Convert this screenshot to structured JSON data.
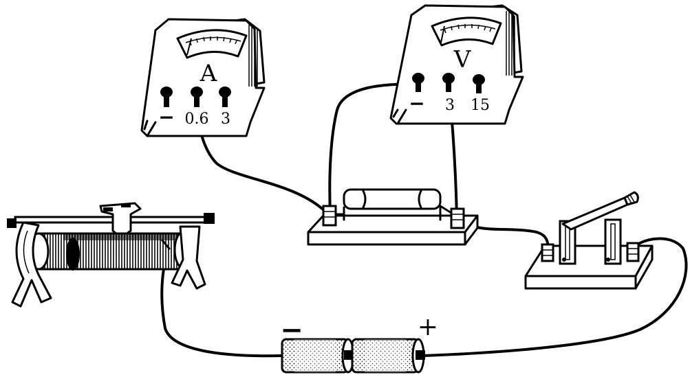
{
  "ammeter": {
    "symbol": "A",
    "terminals": [
      "−",
      "0.6",
      "3"
    ]
  },
  "voltmeter": {
    "symbol": "V",
    "terminals": [
      "−",
      "3",
      "15"
    ]
  },
  "battery": {
    "negative": "−",
    "positive": "+"
  },
  "colors": {
    "ink": "#000000",
    "paper": "#ffffff"
  }
}
